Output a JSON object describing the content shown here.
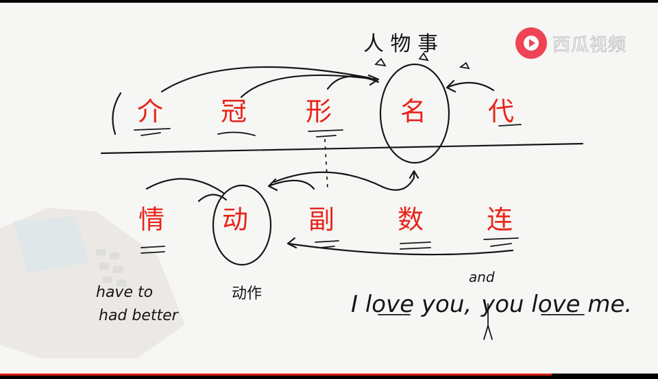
{
  "watermark": {
    "brand": "西瓜视频",
    "logo_icon": "play-icon",
    "logo_color": "#ee2b3e"
  },
  "top_row": {
    "words": [
      "介",
      "冠",
      "形",
      "名",
      "代"
    ],
    "annotation": "人 物 事",
    "color": "#e8241b"
  },
  "bottom_row": {
    "words": [
      "情",
      "动",
      "副",
      "数",
      "连"
    ],
    "color": "#e8241b"
  },
  "notes": {
    "modal_line1": "have to",
    "modal_line2": "had better",
    "verb_note": "动作",
    "sentence_part1": "I love you,",
    "sentence_part2": "you love me.",
    "inserted_word": "and"
  }
}
